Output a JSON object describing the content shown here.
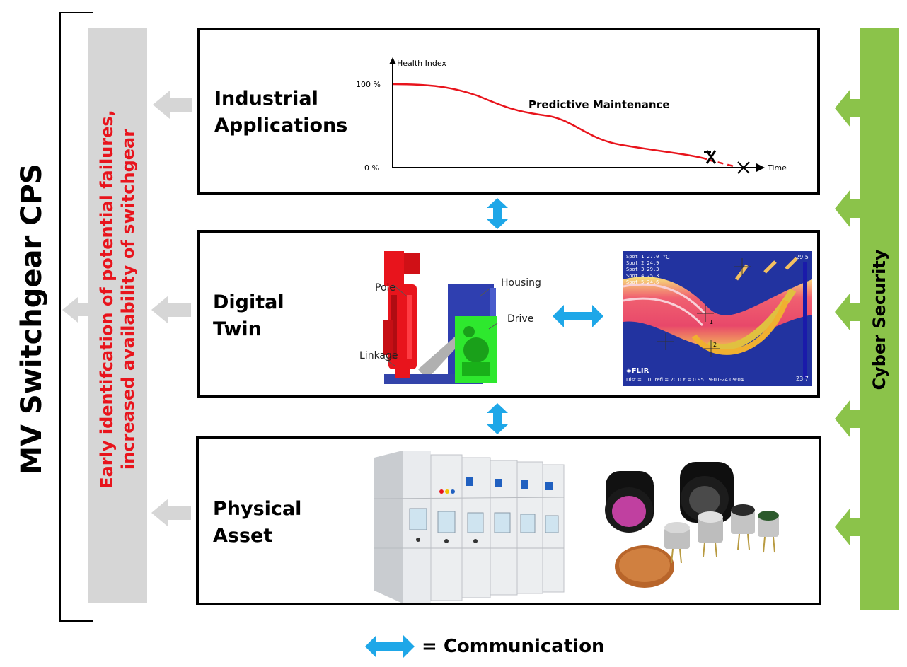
{
  "system_label": "MV Switchgear CPS",
  "benefit_lines": [
    "Early identifcation of potential failures,",
    "increased availability of switchgear"
  ],
  "security_label": "Cyber Security",
  "layers": [
    {
      "title_line1": "Industrial",
      "title_line2": "Applications"
    },
    {
      "title_line1": "Digital",
      "title_line2": "Twin"
    },
    {
      "title_line1": "Physical",
      "title_line2": "Asset"
    }
  ],
  "health_chart": {
    "title": "Predictive Maintenance",
    "y_axis_label": "Health Index",
    "x_axis_label": "Time",
    "y_ticks": [
      "100 %",
      "0 %"
    ]
  },
  "breaker_labels": {
    "pole": "Pole",
    "housing": "Housing",
    "drive": "Drive",
    "linkage": "Linkage"
  },
  "thermal_image": {
    "spots": [
      {
        "name": "Spot 1",
        "value": "27.0"
      },
      {
        "name": "Spot 2",
        "value": "24.9"
      },
      {
        "name": "Spot 3",
        "value": "29.3"
      },
      {
        "name": "Spot 4",
        "value": "25.3"
      },
      {
        "name": "Spot 5",
        "value": "24.6"
      }
    ],
    "unit": "°C",
    "scale_max": "29.5",
    "scale_min": "23.7",
    "brand": "FLIR",
    "footer": "Dist = 1.0  Trefl = 20.0  ε = 0.95  19-01-24 09:04",
    "spot_markers": [
      "1",
      "2"
    ]
  },
  "legend": {
    "text": "= Communication"
  },
  "colors": {
    "accent_red": "#e8141c",
    "communication_blue": "#1ea7e8",
    "security_green": "#8bc34a",
    "neutral_grey": "#d6d6d6"
  }
}
